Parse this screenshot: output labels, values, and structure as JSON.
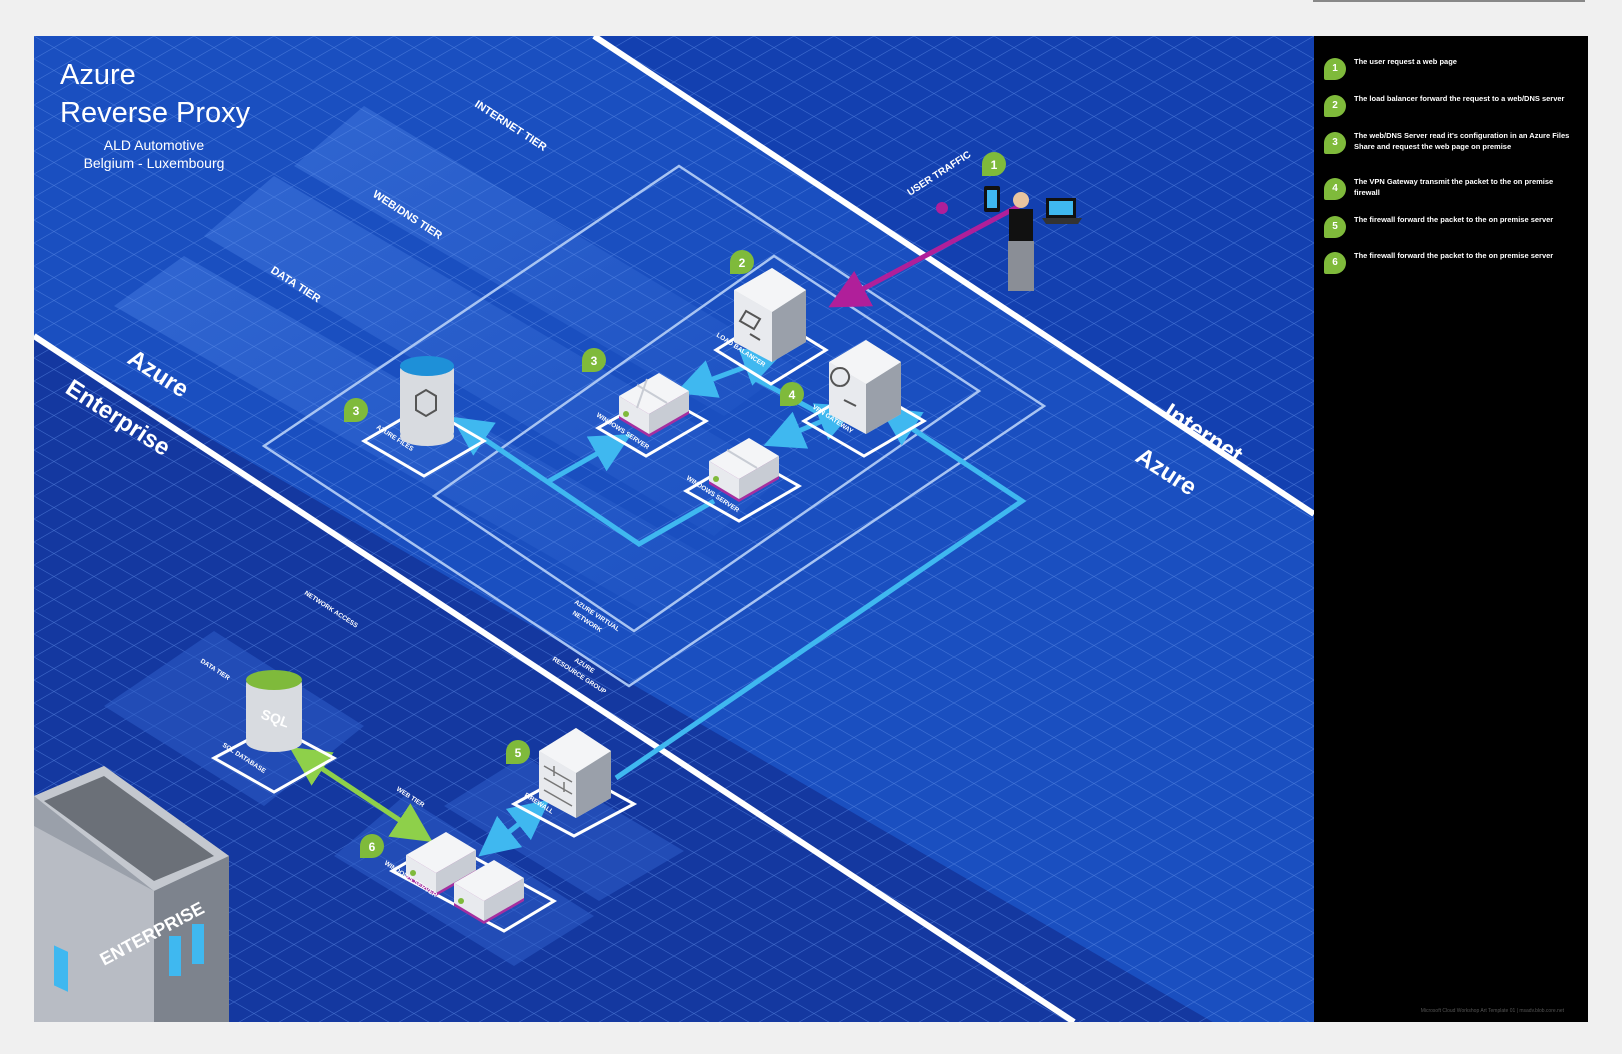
{
  "title": {
    "line1": "Azure",
    "line2": "Reverse Proxy"
  },
  "subtitle": {
    "line1": "ALD Automotive",
    "line2": "Belgium - Luxembourg"
  },
  "tiers": {
    "internet": "INTERNET TIER",
    "web_dns": "WEB/DNS TIER",
    "data": "DATA TIER"
  },
  "zones": {
    "azure_left": "Azure",
    "enterprise": "Enterprise",
    "internet": "Internet",
    "azure_right": "Azure"
  },
  "user_traffic": "USER TRAFFIC",
  "nodes": {
    "load_balancer": "LOAD BALANCER",
    "vpn_gateway": "VPN GATEWAY",
    "windows_server_1": "WINDOWS SERVER",
    "windows_server_2": "WINDOWS SERVER",
    "azure_files": "AZURE FILES",
    "firewall": "FIREWALL",
    "sql_database": "SQL DATABASE",
    "windows_server_onprem": "WINDOWS SERVER",
    "sql_text": "SQL"
  },
  "regions": {
    "virtual_network": [
      "AZURE VIRTUAL",
      "NETWORK"
    ],
    "resource_group": [
      "AZURE",
      "RESOURCE GROUP"
    ],
    "network_access": "NETWORK ACCESS",
    "onprem_data_tier": "DATA TIER",
    "onprem_web_tier": "WEB TIER"
  },
  "building_label": "ENTERPRISE",
  "steps": [
    {
      "num": "1",
      "text": "The user request a web page"
    },
    {
      "num": "2",
      "text": "The load balancer forward the request to a web/DNS server"
    },
    {
      "num": "3",
      "text": "The web/DNS Server read it's configuration in an Azure Files Share and request the web page on premise"
    },
    {
      "num": "4",
      "text": "The VPN Gateway transmit the packet to the on premise firewall"
    },
    {
      "num": "5",
      "text": "The firewall forward the packet to the on premise server"
    },
    {
      "num": "6",
      "text": "The firewall forward the packet to the on premise server"
    }
  ],
  "diagram_badges": [
    "1",
    "2",
    "3",
    "3",
    "4",
    "5",
    "6"
  ],
  "footer": "Microsoft Cloud Workshop Art Template 01 | msadv.blob.core.net",
  "colors": {
    "canvas_blue": "#1a4fc0",
    "enterprise_blue": "#1438a0",
    "step_green": "#7fba3b",
    "arrow_blue": "#3fb8f0",
    "arrow_magenta": "#b01f9a",
    "arrow_green": "#8ed04a"
  }
}
